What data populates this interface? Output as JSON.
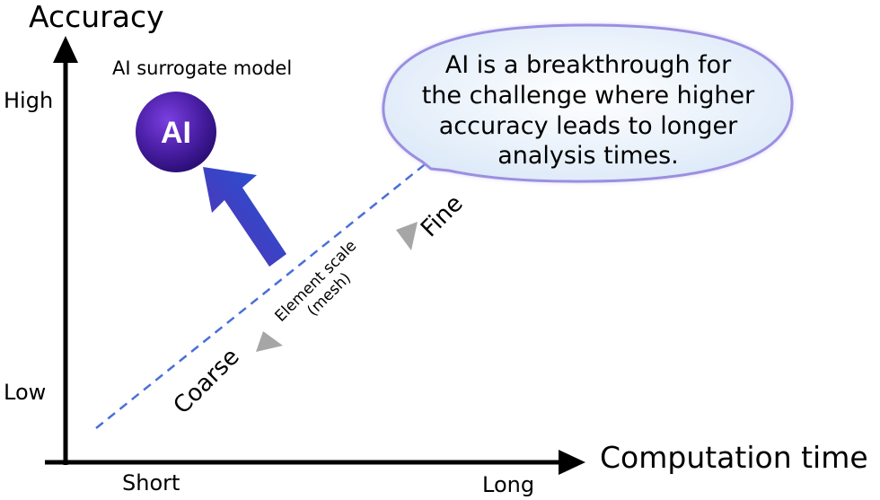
{
  "axes": {
    "y_title": "Accuracy",
    "x_title": "Computation time",
    "y_high": "High",
    "y_low": "Low",
    "x_short": "Short",
    "x_long": "Long"
  },
  "ai_node": {
    "label": "AI surrogate model",
    "badge": "AI"
  },
  "mesh_scale": {
    "fine": "Fine",
    "coarse": "Coarse",
    "line1": "Element scale",
    "line2": "(mesh)"
  },
  "callout": {
    "lines": [
      "AI is a breakthrough for",
      "the challenge where higher",
      "accuracy leads to longer",
      "analysis times."
    ]
  },
  "colors": {
    "ai_circle": "#4b1fa6",
    "arrow_blue": "#2a3fc4",
    "dashed_line": "#4a6fd8",
    "bubble_border": "#9b8fe0",
    "bubble_fill": "#e3eefa",
    "grey_triangle": "#a6a6a6"
  }
}
